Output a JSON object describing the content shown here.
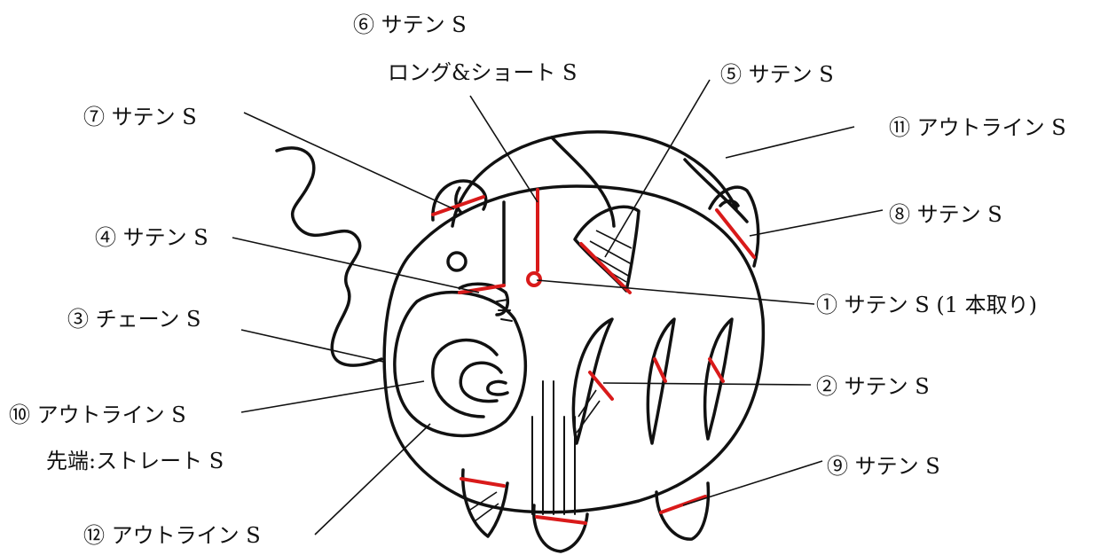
{
  "labels": {
    "l6a": "⑥ サテン S",
    "l6b": "ロング&ショート S",
    "l5": "⑤ サテン S",
    "l7": "⑦ サテン S",
    "l11": "⑪ アウトライン S",
    "l8": "⑧ サテン S",
    "l4": "④ サテン S",
    "l1": "① サテン S (1 本取り)",
    "l3": "③ チェーン S",
    "l2": "② サテン S",
    "l10a": "⑩ アウトライン S",
    "l10b": "先端:ストレート S",
    "l9": "⑨ サテン S",
    "l12": "⑫ アウトライン S"
  },
  "colors": {
    "outline": "#111111",
    "stitch_red": "#d91a1a",
    "background": "#ffffff"
  }
}
